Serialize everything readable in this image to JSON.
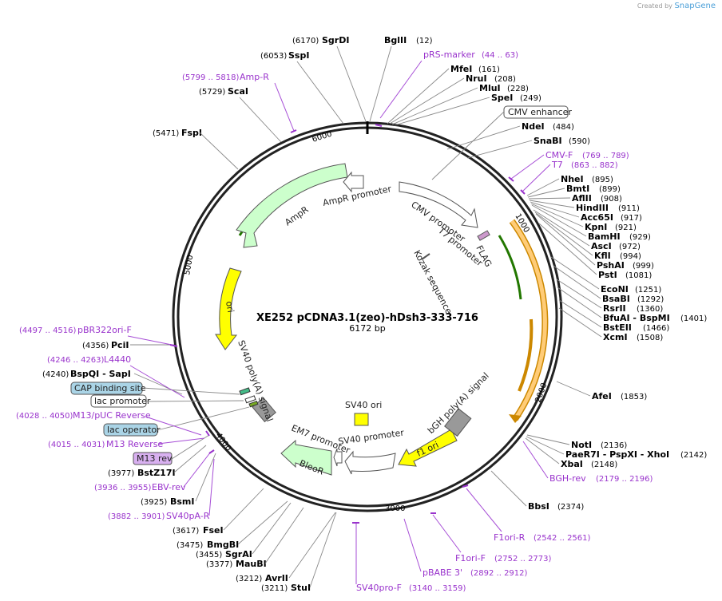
{
  "credit": {
    "created_by": "Created by",
    "brand": "SnapGene"
  },
  "title": "XE252 pCDNA3.1(zeo)-hDsh3-333-716",
  "length": "6172 bp",
  "ticks": [
    "1000",
    "2000",
    "3000",
    "4000",
    "5000",
    "6000"
  ],
  "features": {
    "cmv_promoter": "CMV promoter",
    "t7_promoter": "T7 promoter",
    "kozak": "Kozak sequence",
    "flag": "FLAG",
    "ampr": "AmpR",
    "ampr_promoter": "AmpR promoter",
    "ori": "ori",
    "sv40_polya": "SV40 poly(A) signal",
    "sv40_ori": "SV40 ori",
    "em7_promoter": "EM7 promoter",
    "bleor": "BleoR",
    "sv40_promoter": "SV40 promoter",
    "f1_ori": "f1 ori",
    "bgh_polya": "bGH poly(A) signal"
  },
  "boxed": {
    "cmv_enhancer": "CMV enhancer",
    "cap_binding": "CAP binding site",
    "lac_promoter": "lac promoter",
    "lac_operator": "lac operator",
    "m13_rev": "M13 rev"
  },
  "sites_right": [
    {
      "name": "BglII",
      "pos": "(12)"
    },
    {
      "name": "MfeI",
      "pos": "(161)"
    },
    {
      "name": "NruI",
      "pos": "(208)"
    },
    {
      "name": "MluI",
      "pos": "(228)"
    },
    {
      "name": "SpeI",
      "pos": "(249)"
    },
    {
      "name": "NdeI",
      "pos": "(484)"
    },
    {
      "name": "SnaBI",
      "pos": "(590)"
    },
    {
      "name": "NheI",
      "pos": "(895)"
    },
    {
      "name": "BmtI",
      "pos": "(899)"
    },
    {
      "name": "AflII",
      "pos": "(908)"
    },
    {
      "name": "HindIII",
      "pos": "(911)"
    },
    {
      "name": "Acc65I",
      "pos": "(917)"
    },
    {
      "name": "KpnI",
      "pos": "(921)"
    },
    {
      "name": "BamHI",
      "pos": "(929)"
    },
    {
      "name": "AscI",
      "pos": "(972)"
    },
    {
      "name": "KflI",
      "pos": "(994)"
    },
    {
      "name": "PshAI",
      "pos": "(999)"
    },
    {
      "name": "PstI",
      "pos": "(1081)"
    },
    {
      "name": "EcoNI",
      "pos": "(1251)"
    },
    {
      "name": "BsaBI",
      "pos": "(1292)"
    },
    {
      "name": "RsrII",
      "pos": "(1360)"
    },
    {
      "name": "BfuAI  - BspMI",
      "pos": "(1401)"
    },
    {
      "name": "BstEII",
      "pos": "(1466)"
    },
    {
      "name": "XcmI",
      "pos": "(1508)"
    },
    {
      "name": "AfeI",
      "pos": "(1853)"
    },
    {
      "name": "NotI",
      "pos": "(2136)"
    },
    {
      "name": "PaeR7I  - PspXI  - XhoI",
      "pos": "(2142)"
    },
    {
      "name": "XbaI",
      "pos": "(2148)"
    },
    {
      "name": "BbsI",
      "pos": "(2374)"
    }
  ],
  "sites_left": [
    {
      "name": "SgrDI",
      "pos": "(6170)"
    },
    {
      "name": "SspI",
      "pos": "(6053)"
    },
    {
      "name": "ScaI",
      "pos": "(5729)"
    },
    {
      "name": "FspI",
      "pos": "(5471)"
    },
    {
      "name": "PciI",
      "pos": "(4356)"
    },
    {
      "name": "BspQI  - SapI",
      "pos": "(4240)"
    },
    {
      "name": "BstZ17I",
      "pos": "(3977)"
    },
    {
      "name": "BsmI",
      "pos": "(3925)"
    },
    {
      "name": "FseI",
      "pos": "(3617)"
    },
    {
      "name": "BmgBI",
      "pos": "(3475)"
    },
    {
      "name": "SgrAI",
      "pos": "(3455)"
    },
    {
      "name": "MauBI",
      "pos": "(3377)"
    },
    {
      "name": "AvrII",
      "pos": "(3212)"
    },
    {
      "name": "StuI",
      "pos": "(3211)"
    }
  ],
  "primers": [
    {
      "name": "pRS-marker",
      "pos": "(44 .. 63)"
    },
    {
      "name": "Amp-R",
      "pos": "(5799 .. 5818)"
    },
    {
      "name": "CMV-F",
      "pos": "(769 .. 789)"
    },
    {
      "name": "T7",
      "pos": "(863 .. 882)"
    },
    {
      "name": "pBR322ori-F",
      "pos": "(4497 .. 4516)"
    },
    {
      "name": "L4440",
      "pos": "(4246 .. 4263)"
    },
    {
      "name": "M13/pUC Reverse",
      "pos": "(4028 .. 4050)"
    },
    {
      "name": "M13 Reverse",
      "pos": "(4015 .. 4031)"
    },
    {
      "name": "EBV-rev",
      "pos": "(3936 .. 3955)"
    },
    {
      "name": "SV40pA-R",
      "pos": "(3882 .. 3901)"
    },
    {
      "name": "BGH-rev",
      "pos": "(2179 .. 2196)"
    },
    {
      "name": "F1ori-R",
      "pos": "(2542 .. 2561)"
    },
    {
      "name": "F1ori-F",
      "pos": "(2752 .. 2773)"
    },
    {
      "name": "pBABE 3'",
      "pos": "(2892 .. 2912)"
    },
    {
      "name": "SV40pro-F",
      "pos": "(3140 .. 3159)"
    }
  ],
  "colors": {
    "ampr": "#ccffcc",
    "ori": "#ffff00",
    "insert_outline": "#cc8800",
    "insert_fill": "#ffcc77",
    "primer": "#9933cc",
    "polya": "#999999"
  }
}
